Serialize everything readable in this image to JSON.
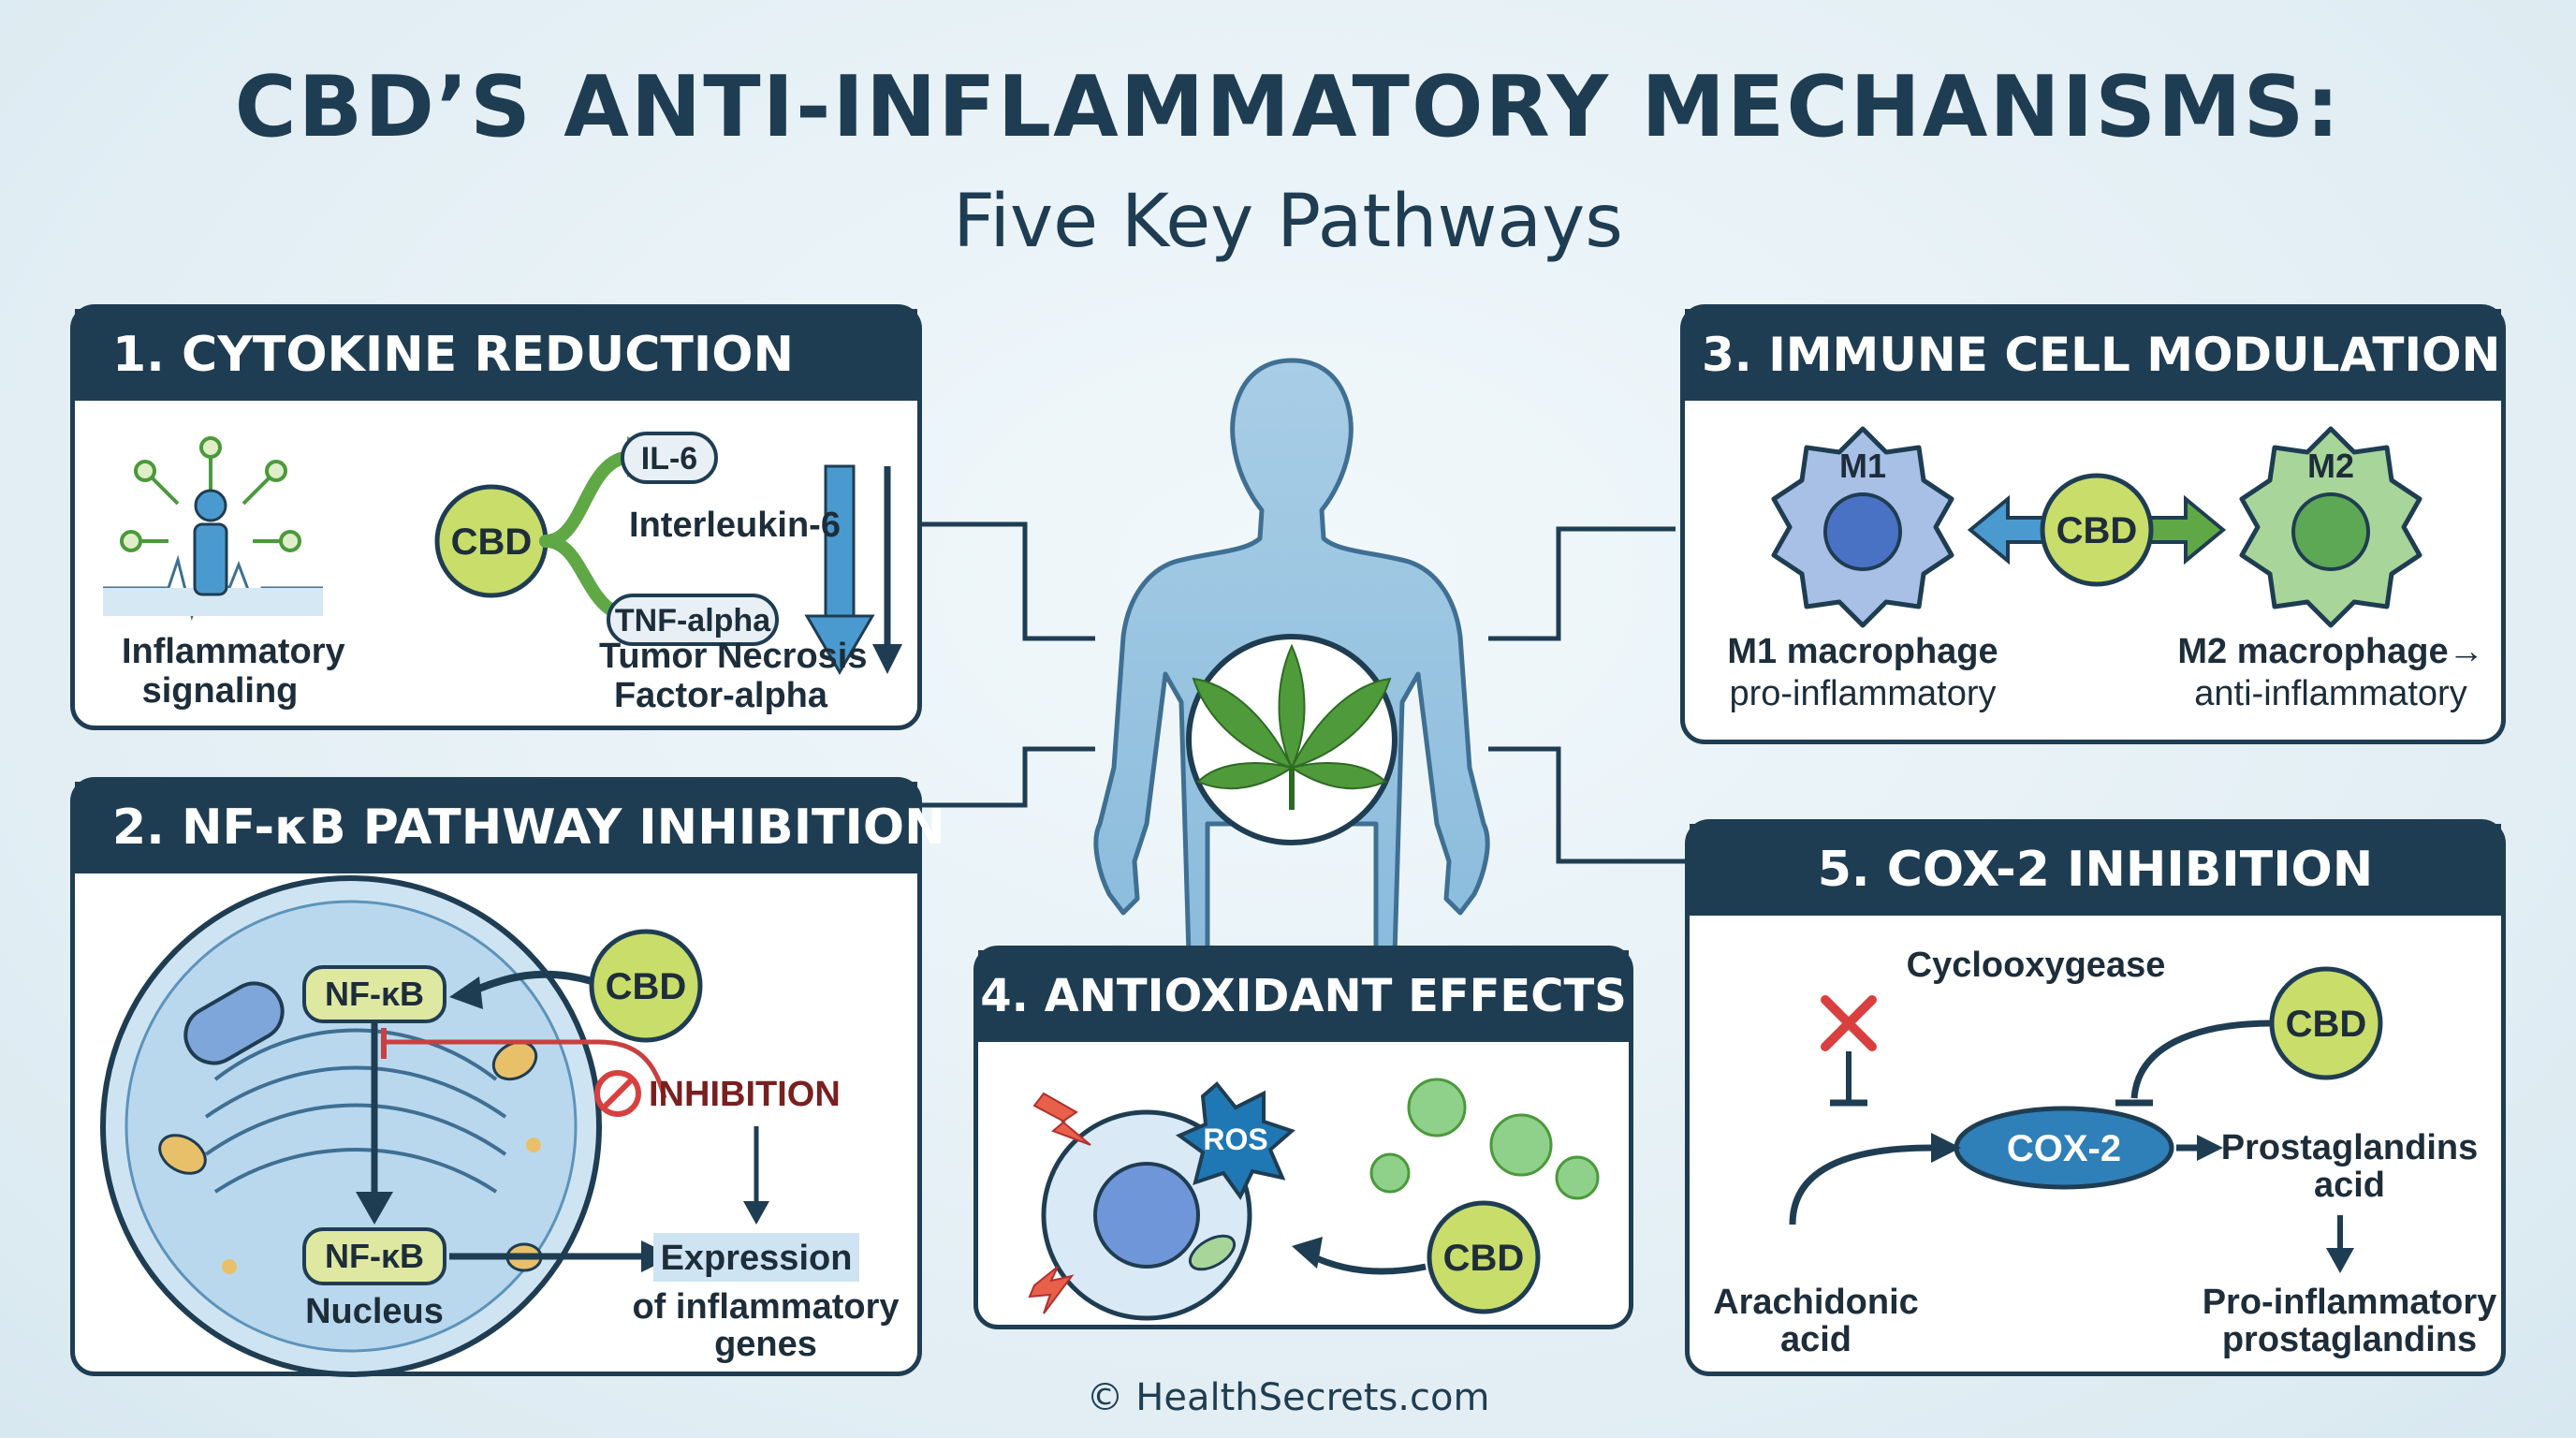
{
  "header": {
    "title": "CBD’S ANTI-INFLAMMATORY MECHANISMS:",
    "subtitle": "Five Key Pathways"
  },
  "colors": {
    "navy": "#1f3d52",
    "cbd_green": "#c9dd6a",
    "accent_green": "#5fa845",
    "blue_arrow": "#4a9ad0",
    "red": "#d84040"
  },
  "panels": {
    "cytokine": {
      "title": "1. CYTOKINE REDUCTION",
      "signaling_label_1": "Inflammatory",
      "signaling_label_2": "signaling",
      "cbd": "CBD",
      "il6": "IL-6",
      "il6_full": "Interleukin-6",
      "tnf": "TNF-alpha",
      "tnf_full_1": "Tumor Necrosis",
      "tnf_full_2": "Factor-alpha"
    },
    "nfkb": {
      "title": "2. NF-κB PATHWAY INHIBITION",
      "cbd": "CBD",
      "nfkb_top": "NF-κB",
      "nfkb_bottom": "NF-κB",
      "nucleus": "Nucleus",
      "inhibition": "INHIBITION",
      "expression": "Expression",
      "expression_sub_1": "of inflammatory",
      "expression_sub_2": "genes"
    },
    "immune": {
      "title": "3. IMMUNE CELL MODULATION",
      "m1": "M1",
      "m2": "M2",
      "cbd": "CBD",
      "m1_label": "M1 macrophage",
      "m1_sub": "pro-inflammatory",
      "m2_label": "M2 macrophage→",
      "m2_sub": "anti-inflammatory"
    },
    "antioxidant": {
      "title": "4. ANTIOXIDANT EFFECTS",
      "ros": "ROS",
      "cbd": "CBD"
    },
    "cox2": {
      "title": "5. COX-2 INHIBITION",
      "cyclo": "Cyclooxygease",
      "cbd": "CBD",
      "cox2": "COX-2",
      "prost_1": "Prostaglandins",
      "prost_2": "acid",
      "arach_1": "Arachidonic",
      "arach_2": "acid",
      "proinf_1": "Pro-inflammatory",
      "proinf_2": "prostaglandins"
    }
  },
  "footer": "© HealthSecrets.com"
}
